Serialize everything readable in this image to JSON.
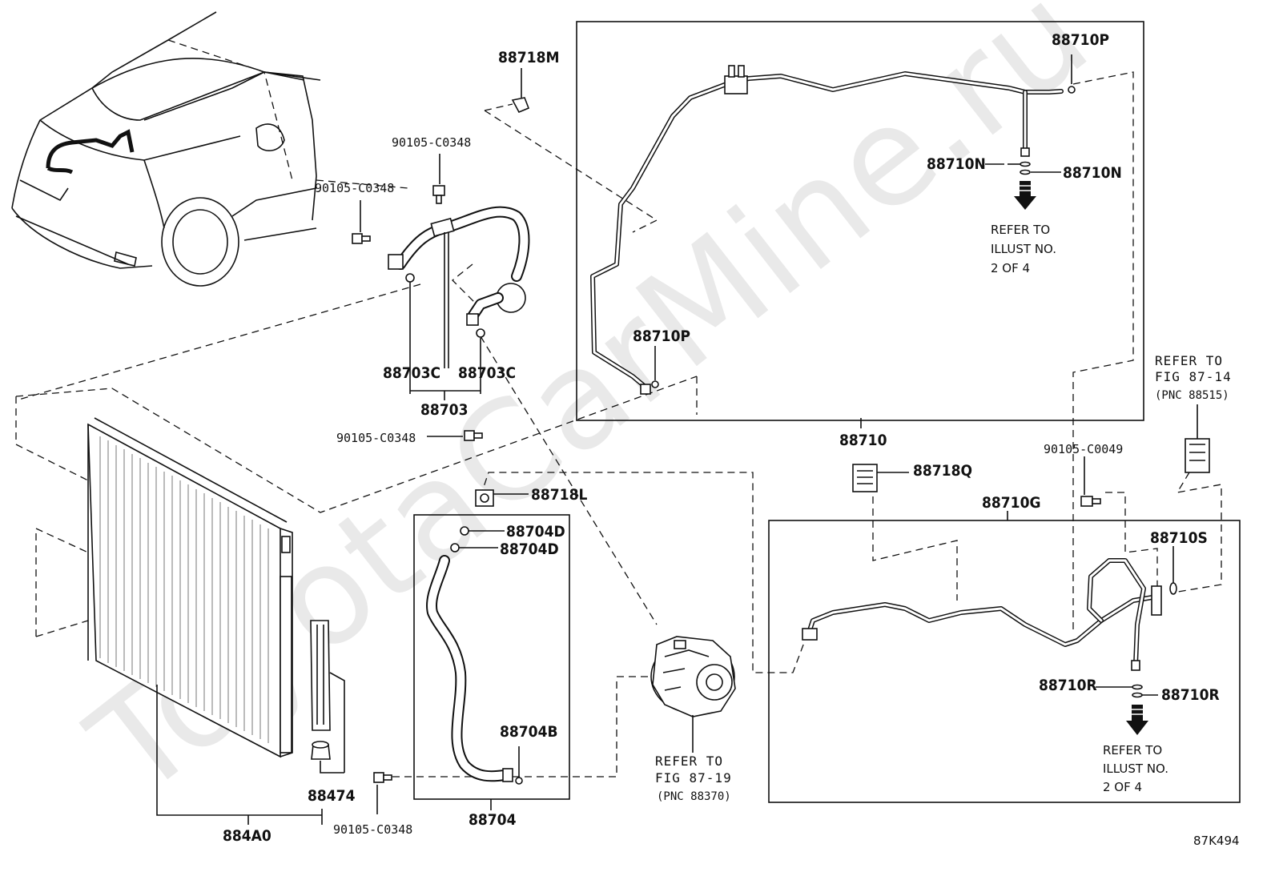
{
  "watermark": "ToyotaCarMine.ru",
  "diagram_code": "87K494",
  "labels": {
    "p88718M": "88718M",
    "p90105_a": "90105-C0348",
    "p90105_b": "90105-C0348",
    "p90105_c": "90105-C0348",
    "p90105_d": "90105-C0348",
    "p90105_e": "90105-C0049",
    "p88703C_a": "88703C",
    "p88703C_b": "88703C",
    "p88703": "88703",
    "p88710P_top": "88710P",
    "p88710N_left": "88710N",
    "p88710N_right": "88710N",
    "p88710P_bot": "88710P",
    "p88710": "88710",
    "p88718Q": "88718Q",
    "p88710G": "88710G",
    "p88710S": "88710S",
    "p88710R_left": "88710R",
    "p88710R_right": "88710R",
    "p88718L": "88718L",
    "p88704D_a": "88704D",
    "p88704D_b": "88704D",
    "p88704B": "88704B",
    "p88704": "88704",
    "p88474": "88474",
    "p884A0": "884A0"
  },
  "notes": {
    "illust_top": [
      "REFER TO",
      "ILLUST NO.",
      "2 OF 4"
    ],
    "illust_bottom": [
      "REFER TO",
      "ILLUST NO.",
      "2 OF 4"
    ],
    "fig8714": [
      "REFER TO",
      "FIG 87-14",
      "(PNC 88515)"
    ],
    "fig8719": [
      "REFER TO",
      "FIG 87-19",
      "(PNC 88370)"
    ]
  }
}
